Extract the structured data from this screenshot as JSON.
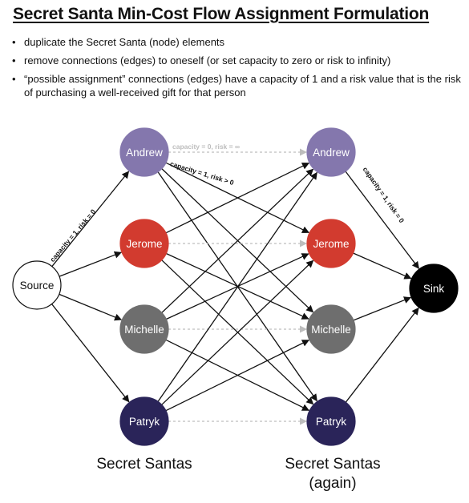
{
  "title": "Secret Santa Min-Cost Flow Assignment Formulation",
  "bullets": [
    "duplicate the Secret Santa (node) elements",
    "remove connections (edges) to oneself (or set capacity to zero or risk to infinity)",
    "“possible assignment” connections (edges) have a capacity of 1 and a risk value that is the risk of purchasing a well-received gift for that person"
  ],
  "nodes": {
    "source": "Source",
    "sink": "Sink",
    "people": [
      "Andrew",
      "Jerome",
      "Michelle",
      "Patryk"
    ]
  },
  "edge_labels": {
    "source_edge": "capacity = 1, risk = 0",
    "self_edge": "capacity = 0, risk = ∞",
    "assignment_edge": "capacity = 1, risk > 0",
    "sink_edge": "capacity = 1, risk = 0"
  },
  "columns": {
    "left": "Secret Santas",
    "right_line1": "Secret Santas",
    "right_line2": "(again)"
  },
  "colors": {
    "Andrew": "#8477ad",
    "Jerome": "#d23b2f",
    "Michelle": "#6e6e6e",
    "Patryk": "#2a2459",
    "sink": "#000000",
    "source": "#ffffff",
    "edge": "#111111",
    "self_edge": "#bdbdbd"
  }
}
